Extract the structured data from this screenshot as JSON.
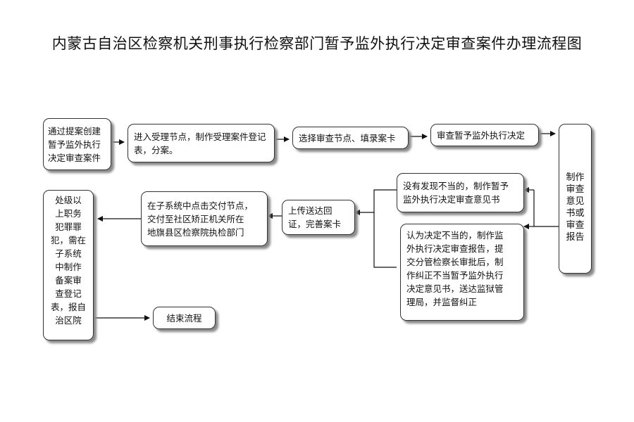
{
  "title": "内蒙古自治区检察机关刑事执行检察部门暂予监外执行决定审查案件办理流程图",
  "nodes": {
    "create_case": "通过提案创建\n暂予监外执行\n决定审查案件",
    "accept": "进入受理节点，制作受理案件登记\n表，分案。",
    "select_review": "选择审查节点、填录案卡",
    "review_decision": "审查暂予监外执行决定",
    "make_report": "制作\n审查\n意见\n书或\n审查\n报告",
    "no_issue": "没有发现不当的，制作暂予\n监外执行决定审查意见书",
    "improper": "认为决定不当的，制作监\n外执行决定审查报告，提\n交分管检察长审批后，制\n作纠正不当暂予监外执行\n决定意见书，送达监狱管\n理局，并监督纠正",
    "upload": "上传送达回\n证，完善案卡",
    "deliver": "在子系统中点击交付节点，\n交付至社区矫正机关所在\n地旗县区检察院执检部门",
    "punish": "处级以\n上职务\n犯罪罪\n犯，需在\n子系统\n中制作\n备案审\n查登记\n表，报自\n治区院",
    "end": "结束流程"
  }
}
